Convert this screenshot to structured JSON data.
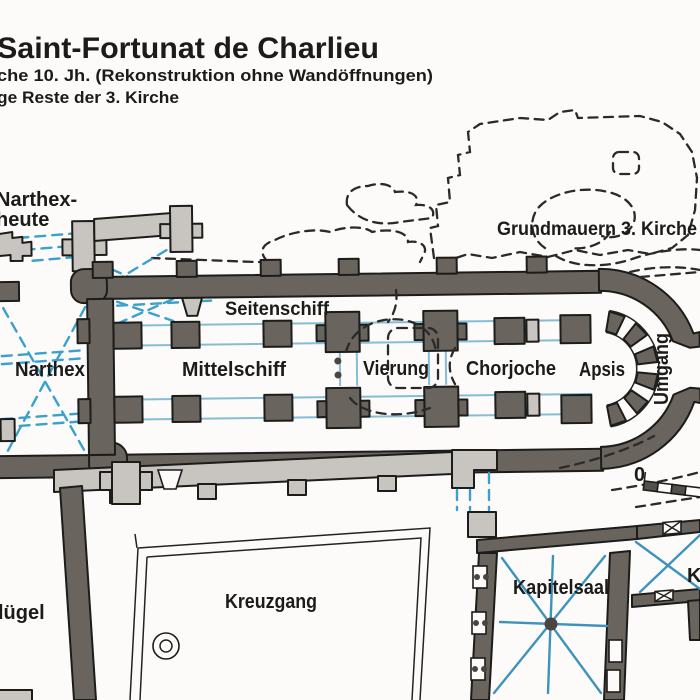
{
  "header": {
    "title": "Saint-Fortunat de Charlieu",
    "subtitle_line1": "che 10. Jh. (Rekonstruktion ohne Wandöffnungen)",
    "subtitle_line2": "ge Reste der 3. Kirche"
  },
  "plan": {
    "annotations": {
      "narthex_heute_line1": "Narthex-",
      "narthex_heute_line2": "heute",
      "grundmauern": "Grundmauern 3. Kirche"
    },
    "rooms": {
      "seitenschiff": "Seitenschiff",
      "narthex": "Narthex",
      "mittelschiff": "Mittelschiff",
      "vierung": "Vierung",
      "chorjoche": "Chorjoche",
      "apsis": "Apsis",
      "umgang": "Umgang",
      "kreuzgang": "Kreuzgang",
      "kapitelsaal": "Kapitelsaal"
    },
    "fragments": {
      "west_wing": "lügel",
      "room_k": "K"
    },
    "scale": {
      "zero": "0"
    }
  },
  "colors": {
    "wall_dark": "#6a645f",
    "wall_light": "#c8c4c0",
    "vault_blue": "#3e93bd",
    "vault_blue_dashed": "#3aa0cd",
    "vault_blue_pale": "#85bdd6",
    "outline": "#1c1c1a",
    "dashed_third_church": "#2b2a28",
    "background": "#fcfbf9"
  }
}
